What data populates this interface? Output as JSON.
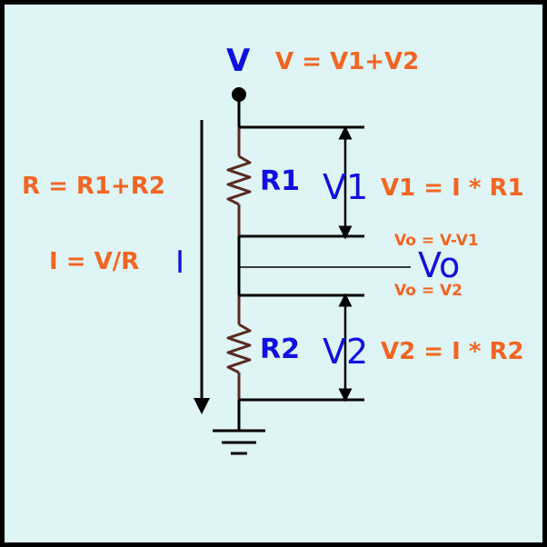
{
  "colors": {
    "background": "#dff4f4",
    "border": "#000000",
    "wire": "#000000",
    "resistor": "#5a2a22",
    "formula": "#f26522",
    "label": "#1010e0"
  },
  "icons": [
    "source-node-dot",
    "ground-icon",
    "resistor-zigzag-icon",
    "arrow-icon"
  ],
  "labels": {
    "source": "V",
    "r1": "R1",
    "r2": "R2",
    "v1": "V1",
    "v2": "V2",
    "vo": "Vo",
    "current": "I"
  },
  "formulas": {
    "v_sum": "V = V1+V2",
    "r_sum": "R = R1+R2",
    "current": "I = V/R",
    "v1": "V1 = I * R1",
    "v2": "V2 = I * R2",
    "vo_top": "Vo = V-V1",
    "vo_bottom": "Vo = V2"
  }
}
